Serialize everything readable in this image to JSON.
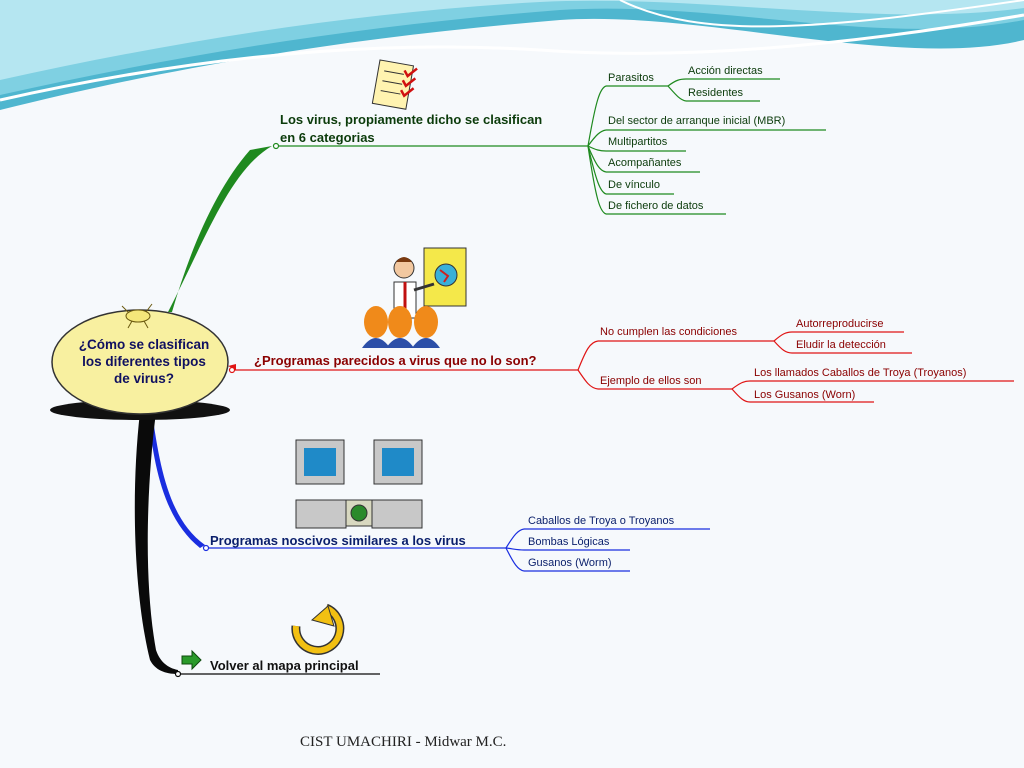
{
  "colors": {
    "green": "#1f8a1f",
    "red": "#e01515",
    "blue": "#1a2ee0",
    "black": "#0a0a0a",
    "node": "#f8f0a0"
  },
  "central": {
    "line1": "¿Cómo se clasifican",
    "line2": "los diferentes tipos",
    "line3": "de virus?"
  },
  "branch_green": {
    "title_line1": "Los virus, propiamente dicho se clasifican",
    "title_line2": "en 6 categorias",
    "parasitos": "Parasitos",
    "accion": "Acción directas",
    "residentes": "Residentes",
    "sector": "Del sector de arranque inicial (MBR)",
    "multipartitos": "Multipartitos",
    "acompanantes": "Acompañantes",
    "vinculo": "De vínculo",
    "fichero": "De fichero de datos"
  },
  "branch_red": {
    "title": "¿Programas parecidos a virus que no lo son?",
    "no_cumplen": "No cumplen las condiciones",
    "autorreproducirse": "Autorreproducirse",
    "eludir": "Eludir la detección",
    "ejemplo": "Ejemplo de ellos son",
    "caballos": "Los llamados Caballos de Troya (Troyanos)",
    "gusanos": "Los Gusanos (Worn)"
  },
  "branch_blue": {
    "title": "Programas noscivos similares a los virus",
    "caballos": "Caballos de Troya o Troyanos",
    "bombas": "Bombas Lógicas",
    "gusanos": "Gusanos (Worm)"
  },
  "branch_black": {
    "title": "Volver al mapa principal"
  },
  "footer": "CIST UMACHIRI - Midwar M.C."
}
